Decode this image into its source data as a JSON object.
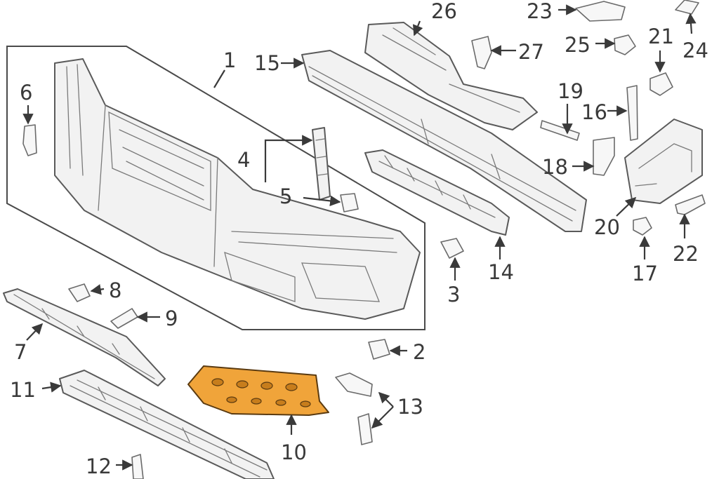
{
  "callouts": {
    "c1": "1",
    "c2": "2",
    "c3": "3",
    "c4": "4",
    "c5": "5",
    "c6": "6",
    "c7": "7",
    "c8": "8",
    "c9": "9",
    "c10": "10",
    "c11": "11",
    "c12": "12",
    "c13": "13",
    "c14": "14",
    "c15": "15",
    "c16": "16",
    "c17": "17",
    "c18": "18",
    "c19": "19",
    "c20": "20",
    "c21": "21",
    "c22": "22",
    "c23": "23",
    "c24": "24",
    "c25": "25",
    "c26": "26",
    "c27": "27"
  },
  "colors": {
    "highlight": "#f0a43a",
    "line": "#3a3a3a",
    "part_fill": "#f2f2f2"
  }
}
